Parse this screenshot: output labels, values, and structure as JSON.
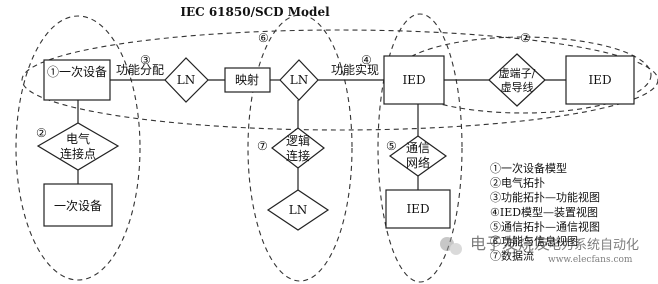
{
  "title": "IEC 61850/SCD Model",
  "nodes": {
    "primary_top": "①一次设备",
    "ln_function": "LN",
    "mapping": "映射",
    "ln_mapped": "LN",
    "ied_main": "IED",
    "virtual_terminal_line1": "虚端子/",
    "virtual_terminal_line2": "虚导线",
    "ied_remote": "IED",
    "electrical_line1": "电气",
    "electrical_line2": "连接点",
    "primary_bottom": "一次设备",
    "logic_line1": "逻辑",
    "logic_line2": "连接",
    "ln_bottom": "LN",
    "comm_line1": "通信",
    "comm_line2": "网络",
    "ied_bottom": "IED"
  },
  "edge_labels": {
    "function_assign": "功能分配",
    "function_implement": "功能实现"
  },
  "markers": {
    "m2": "②",
    "m3": "③",
    "m4": "④",
    "m5": "⑤",
    "m6": "⑥",
    "m7a": "⑦",
    "m7b": "⑦"
  },
  "legend": [
    "①一次设备模型",
    "②电气拓扑",
    "③功能拓扑—功能视图",
    "④IED模型—装置视图",
    "⑤通信拓扑—通信视图",
    "⑥功能与信息视图",
    "⑦数据流"
  ],
  "watermark": {
    "line1": "电子发烧友",
    "line2": "www.elecfans.com",
    "line3": "电力系统自动化",
    "icon": "wechat-icon"
  }
}
